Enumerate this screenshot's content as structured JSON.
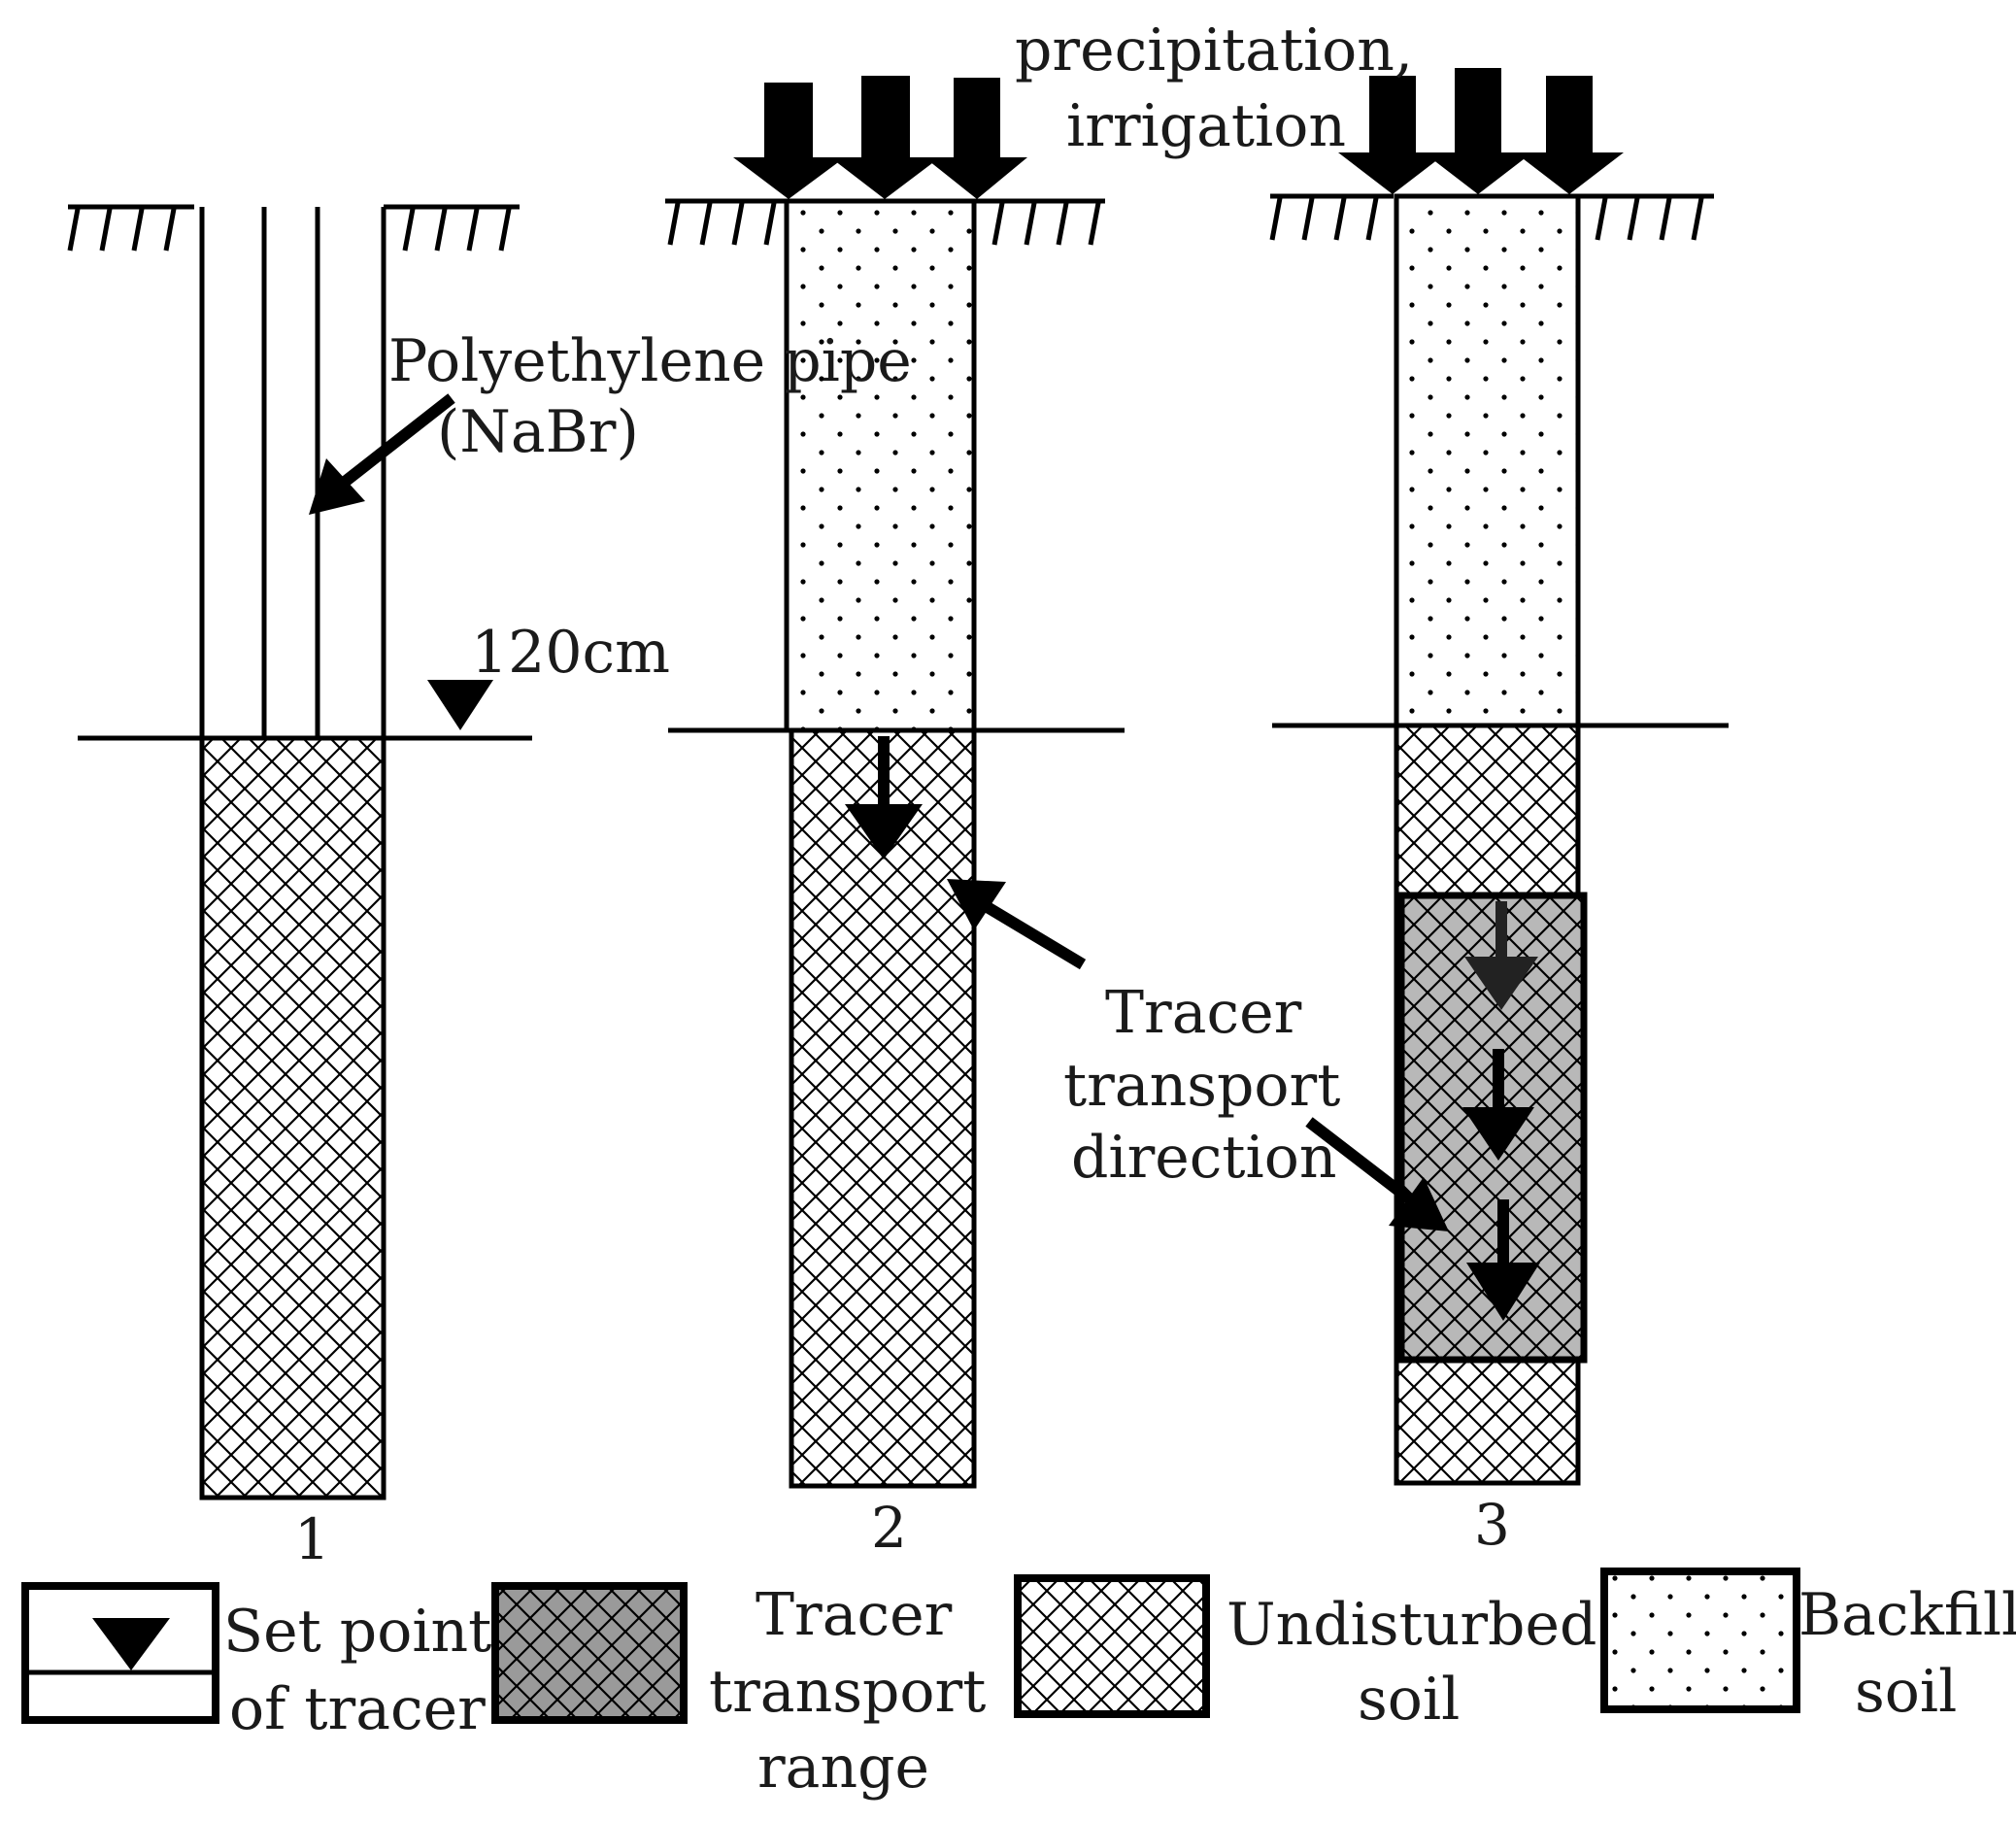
{
  "labels": {
    "pipe": [
      "Polyethylene pipe",
      "(NaBr)"
    ],
    "depth": "120cm",
    "precip": [
      "precipitation,",
      "irrigation"
    ],
    "tracer_dir": [
      "Tracer",
      "transport",
      "direction"
    ]
  },
  "stage_numbers": [
    "1",
    "2",
    "3"
  ],
  "legend": [
    {
      "symbol": "set-point",
      "lines": [
        "Set point",
        "of tracer"
      ]
    },
    {
      "symbol": "tracer-range",
      "lines": [
        "Tracer",
        "transport",
        "range"
      ]
    },
    {
      "symbol": "undisturbed",
      "lines": [
        "Undisturbed",
        "soil"
      ]
    },
    {
      "symbol": "backfill",
      "lines": [
        "Backfill",
        "soil"
      ]
    }
  ],
  "colors": {
    "ink": "#000000",
    "tracer_fill": "#b8b8b8",
    "background": "#ffffff"
  }
}
